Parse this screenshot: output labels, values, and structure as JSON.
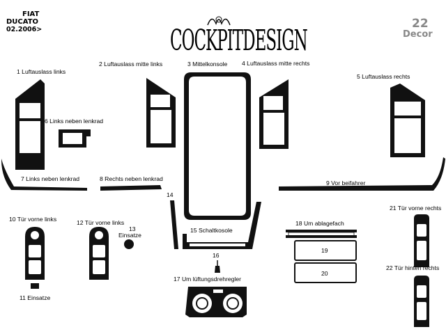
{
  "header": {
    "make": "FIAT",
    "model": "DUCATO",
    "date": "02.2006>",
    "brand": "COCKPITDESIGN",
    "brand_mark": "MIN",
    "decor_number": "22",
    "decor_word": "Decor"
  },
  "parts": [
    {
      "label": "1 Luftauslass links"
    },
    {
      "label": "2  Luftauslass mitte links"
    },
    {
      "label": "3  Mittelkonsole"
    },
    {
      "label": "4  Luftauslass mitte rechts"
    },
    {
      "label": "5  Luftauslass rechts"
    },
    {
      "label": "6 Links neben lenkrad"
    },
    {
      "label": "7  Links neben lenkrad"
    },
    {
      "label": "8  Rechts neben lenkrad"
    },
    {
      "label": "9 Vor beifahrer"
    },
    {
      "label": "10 Tür vorne links"
    },
    {
      "label": "11  Einsatze"
    },
    {
      "label": "12 Tür vorne links"
    },
    {
      "label": "13"
    },
    {
      "label": "Einsatze"
    },
    {
      "label": "14"
    },
    {
      "label": "15 Schaltkosole"
    },
    {
      "label": "16"
    },
    {
      "label": "17  Um lüftungsdrehregler"
    },
    {
      "label": "18  Um ablagefach"
    },
    {
      "label": "19"
    },
    {
      "label": "20"
    },
    {
      "label": "21 Tür vorne rechts"
    },
    {
      "label": "22 Tür hinten rechts"
    }
  ]
}
